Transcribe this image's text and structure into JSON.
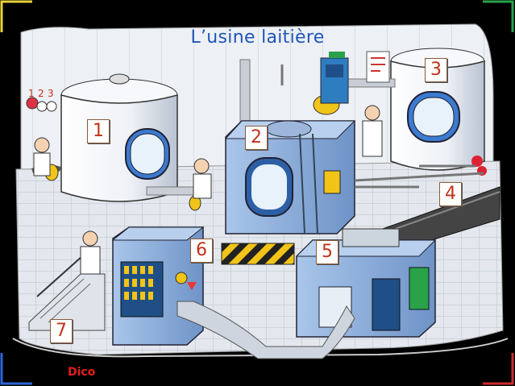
{
  "scene": {
    "title": "L’usine laitière",
    "markers": [
      {
        "id": "1",
        "label": "1"
      },
      {
        "id": "2",
        "label": "2"
      },
      {
        "id": "3",
        "label": "3"
      },
      {
        "id": "4",
        "label": "4"
      },
      {
        "id": "5",
        "label": "5"
      },
      {
        "id": "6",
        "label": "6"
      },
      {
        "id": "7",
        "label": "7"
      }
    ],
    "wall_gauge_digits": [
      "1",
      "2",
      "3"
    ]
  },
  "footer": {
    "dico_label": "Dico"
  },
  "colors": {
    "background": "#000000",
    "title": "#1f56b8",
    "marker_text": "#c2321b",
    "dico": "#e51d1d",
    "machine_blue": "#8fb4e0",
    "tank_white": "#f4f6fa",
    "floor_grid": "#d9dee6"
  }
}
